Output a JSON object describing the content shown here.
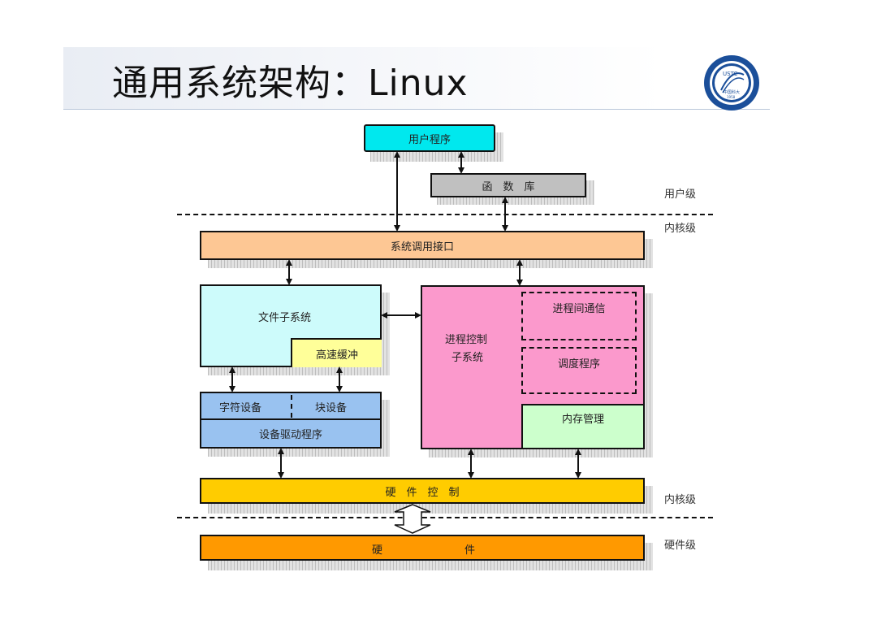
{
  "slide": {
    "title": "通用系统架构：Linux"
  },
  "logo": {
    "text": "USTC",
    "chinese": "中国科大",
    "year": "1958"
  },
  "diagram": {
    "user_program": "用户程序",
    "library": "函　数　库",
    "syscall_interface": "系统调用接口",
    "file_subsystem": "文件子系统",
    "buffer_cache": "高速缓冲",
    "char_device": "字符设备",
    "block_device": "块设备",
    "device_driver": "设备驱动程序",
    "process_control_line1": "进程控制",
    "process_control_line2": "子系统",
    "ipc": "进程间通信",
    "scheduler": "调度程序",
    "memory_mgmt": "内存管理",
    "hardware_control": "硬　件　控　制",
    "hardware_left": "硬",
    "hardware_right": "件"
  },
  "levels": {
    "user_level": "用户级",
    "kernel_level_top": "内核级",
    "kernel_level_bottom": "内核级",
    "hardware_level": "硬件级"
  },
  "colors": {
    "user_program": "#00e8ee",
    "library": "#c0c0c0",
    "syscall": "#fdc794",
    "file_subsystem": "#cdfbfb",
    "buffer_cache": "#ffff99",
    "devices": "#99c2f0",
    "process_control": "#fb99cc",
    "memory": "#ccffcc",
    "hardware_control": "#ffcc00",
    "hardware": "#ff9900"
  }
}
